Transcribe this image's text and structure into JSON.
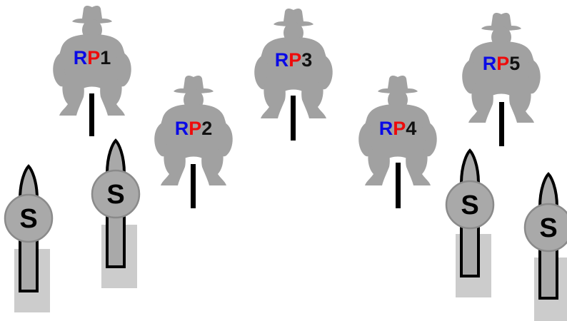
{
  "colors": {
    "target_gray": "#a1a1a1",
    "steel_gray": "#a9a9a9",
    "steel_base_gray": "#cccccc",
    "outline": "#000000",
    "r_letter": "#0a0ae6",
    "p_letter": "#ee0b0b",
    "digit": "#111111"
  },
  "targets": [
    {
      "id": "rp1",
      "r": "R",
      "p": "P",
      "n": "1"
    },
    {
      "id": "rp2",
      "r": "R",
      "p": "P",
      "n": "2"
    },
    {
      "id": "rp3",
      "r": "R",
      "p": "P",
      "n": "3"
    },
    {
      "id": "rp4",
      "r": "R",
      "p": "P",
      "n": "4"
    },
    {
      "id": "rp5",
      "r": "R",
      "p": "P",
      "n": "5"
    }
  ],
  "steel_targets": [
    {
      "id": "s1",
      "label": "S"
    },
    {
      "id": "s2",
      "label": "S"
    },
    {
      "id": "s3",
      "label": "S"
    },
    {
      "id": "s4",
      "label": "S"
    }
  ]
}
